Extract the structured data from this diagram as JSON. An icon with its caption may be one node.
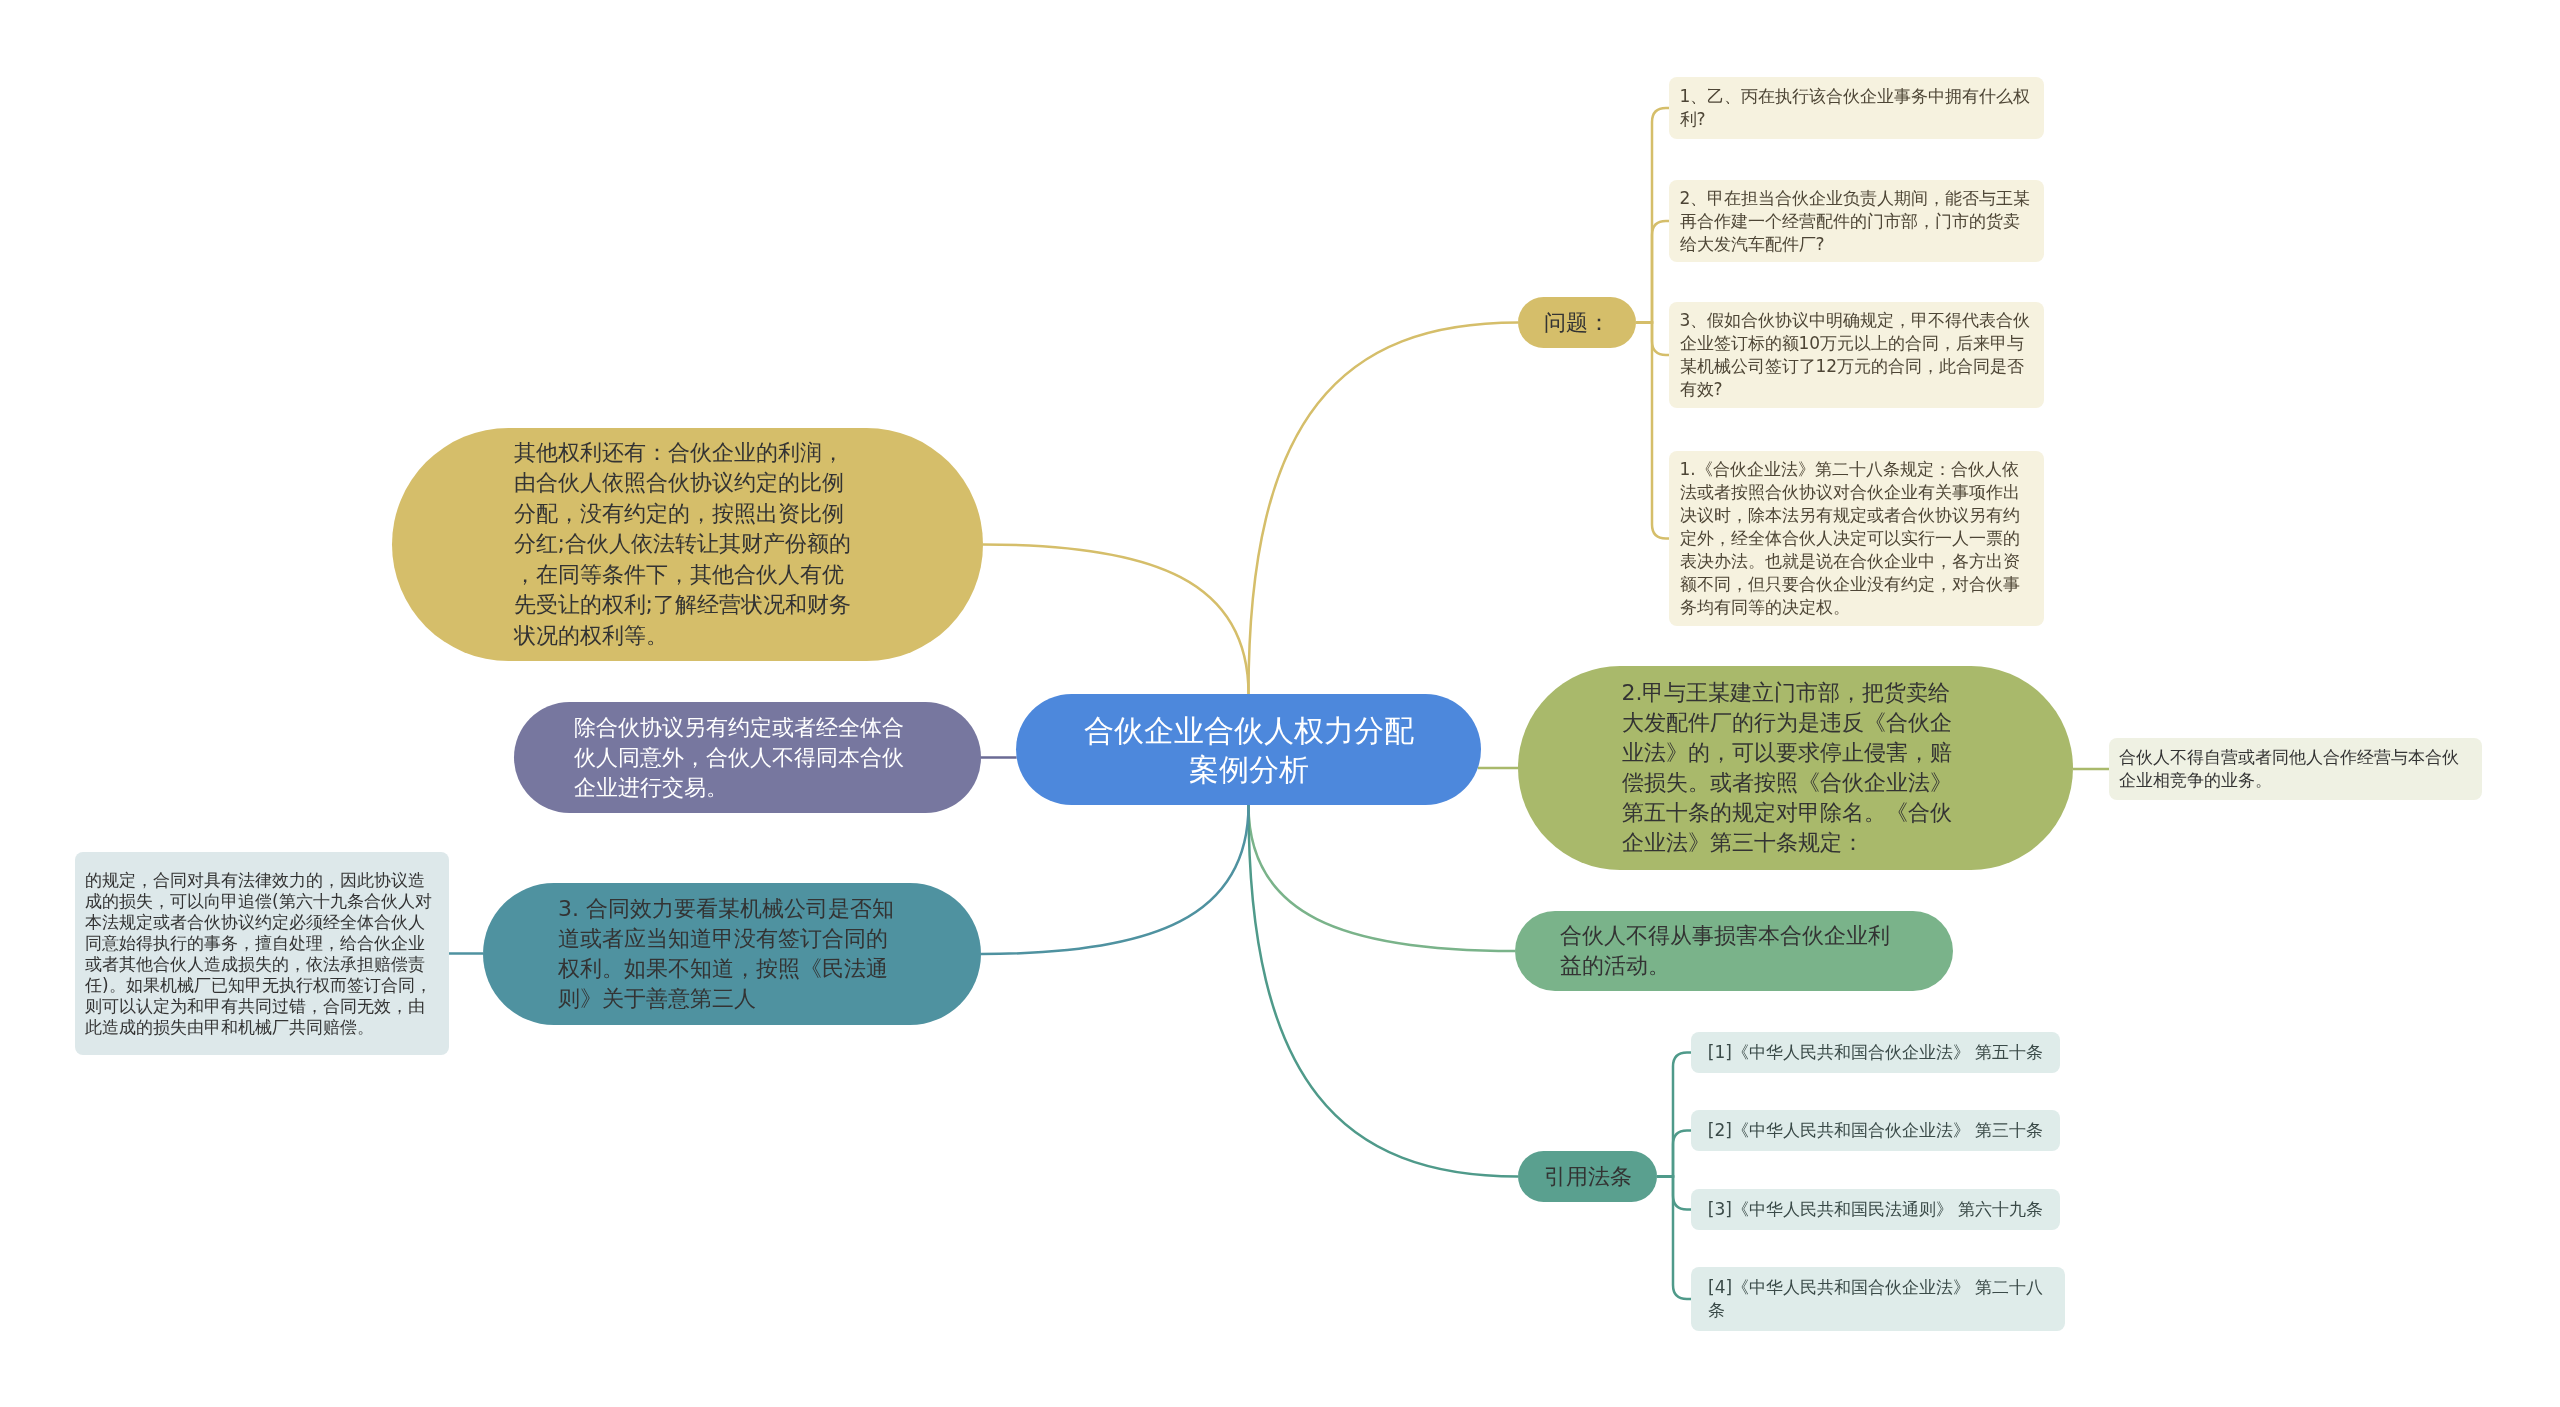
{
  "diagram": {
    "nodes": [
      {
        "text": [
          "合伙企业合伙人权力分配案例分析"
        ]
      },
      {
        "text": [
          "问题："
        ]
      },
      {
        "text": [
          "1、乙、丙在执行该合伙企业事务中拥有什么权利?"
        ]
      },
      {
        "text": [
          "2、甲在担当合伙企业负责人期间，能否与王某再合作建一个经营配件的门市部，门市的货卖给大发汽车配件厂?"
        ]
      },
      {
        "text": [
          "3、假如合伙协议中明确规定，甲不得代表合伙企业签订标的额10万元以上的合同，后来甲与某机械公司签订了12万元的合同，此合同是否有效?"
        ]
      },
      {
        "text": [
          "1.《合伙企业法》第二十八条规定：合伙人依法或者按照合伙协议对合伙企业有关事项作出决议时，除本法另有规定或者合伙协议另有约定外，经全体合伙人决定可以实行一人一票的表决办法。也就是说在合伙企业中，各方出资额不同，但只要合伙企业没有约定，对合伙事务均有同等的决定权。"
        ]
      },
      {
        "text": [
          "2.甲与王某建立门市部，把货卖给大发配件厂的行为是违反《合伙企业法》的，可以要求停止侵害，赔偿损失。或者按照《合伙企业法》第五十条的规定对甲除名。《合伙企业法》第三十条规定："
        ]
      },
      {
        "text": [
          "合伙人不得自营或者同他人合作经营与本合伙企业相竞争的业务。"
        ]
      },
      {
        "text": [
          "合伙人不得从事损害本合伙企业利益的活动。"
        ]
      },
      {
        "text": [
          "引用法条"
        ]
      },
      {
        "text": [
          "[1]《中华人民共和国合伙企业法》 第五十条"
        ]
      },
      {
        "text": [
          "[2]《中华人民共和国合伙企业法》 第三十条"
        ]
      },
      {
        "text": [
          "[3]《中华人民共和国民法通则》 第六十九条"
        ]
      },
      {
        "text": [
          "[4]《中华人民共和国合伙企业法》 第二十八条"
        ]
      },
      {
        "text": [
          "其他权利还有：合伙企业的利润，由合伙人依照合伙协议约定的比例分配，没有约定的，按照出资比例分红;合伙人依法转让其财产份额的，在同等条件下，其他合伙人有优先受让的权利;了解经营状况和财务状况的权利等。"
        ]
      },
      {
        "text": [
          "除合伙协议另有约定或者经全体合伙人同意外，合伙人不得同本合伙企业进行交易。"
        ]
      },
      {
        "text": [
          "3. 合同效力要看某机械公司是否知道或者应当知道甲没有签订合同的权利。如果不知道，按照《民法通则》关于善意第三人"
        ]
      },
      {
        "text": [
          "的规定，合同对具有法律效力的，因此协议造成的损失，可以向甲追偿(第六十九条合伙人对本法规定或者合伙协议约定必须经全体合伙人同意始得执行的事务，擅自处理，给合伙企业或者其他合伙人造成损失的，依法承担赔偿责任)。如果机械厂已知甲无执行权而签订合同，则可以认定为和甲有共同过错，合同无效，由此造成的损失由甲和机械厂共同赔偿。"
        ]
      }
    ],
    "edges": [
      {
        "from": 0,
        "to": 1,
        "arrow": "none",
        "color": "#d5be6a"
      },
      {
        "from": 1,
        "to": 2,
        "arrow": "none",
        "color": "#d5be6a"
      },
      {
        "from": 1,
        "to": 3,
        "arrow": "none",
        "color": "#d5be6a"
      },
      {
        "from": 1,
        "to": 4,
        "arrow": "none",
        "color": "#d5be6a"
      },
      {
        "from": 1,
        "to": 5,
        "arrow": "none",
        "color": "#d5be6a"
      },
      {
        "from": 0,
        "to": 6,
        "arrow": "none",
        "color": "#a9b96b"
      },
      {
        "from": 6,
        "to": 7,
        "arrow": "none",
        "color": "#a9b96b"
      },
      {
        "from": 0,
        "to": 8,
        "arrow": "none",
        "color": "#7ab38a"
      },
      {
        "from": 0,
        "to": 9,
        "arrow": "none",
        "color": "#4f9a8a"
      },
      {
        "from": 9,
        "to": 10,
        "arrow": "none",
        "color": "#4f9a8a"
      },
      {
        "from": 9,
        "to": 11,
        "arrow": "none",
        "color": "#4f9a8a"
      },
      {
        "from": 9,
        "to": 12,
        "arrow": "none",
        "color": "#4f9a8a"
      },
      {
        "from": 9,
        "to": 13,
        "arrow": "none",
        "color": "#4f9a8a"
      },
      {
        "from": 0,
        "to": 14,
        "arrow": "none",
        "color": "#d5be6a"
      },
      {
        "from": 0,
        "to": 15,
        "arrow": "none",
        "color": "#6a6a94"
      },
      {
        "from": 0,
        "to": 16,
        "arrow": "none",
        "color": "#4f92a0"
      },
      {
        "from": 16,
        "to": 17,
        "arrow": "none",
        "color": "#4f92a0"
      }
    ]
  }
}
